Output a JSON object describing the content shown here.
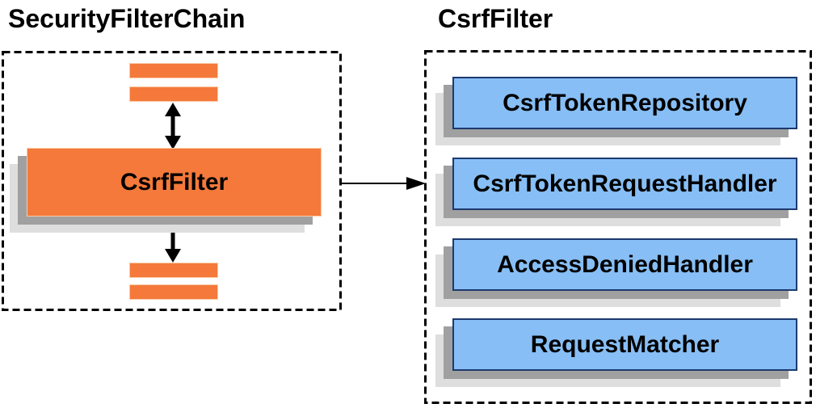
{
  "diagram": {
    "left_panel": {
      "title": "SecurityFilterChain",
      "filter_box_label": "CsrfFilter"
    },
    "right_panel": {
      "title": "CsrfFilter",
      "components": [
        {
          "label": "CsrfTokenRepository"
        },
        {
          "label": "CsrfTokenRequestHandler"
        },
        {
          "label": "AccessDeniedHandler"
        },
        {
          "label": "RequestMatcher"
        }
      ]
    }
  },
  "icons": {
    "bidirectional_arrow": "↕",
    "flow_arrow": "→"
  },
  "colors": {
    "orange": "#F4793B",
    "orange-border": "#FACBA6",
    "blue": "#87BEF5",
    "blue-border": "#1C3A6E",
    "shadow-dark": "#A0A0A0",
    "shadow-light": "#DEDEDE",
    "outline": "#000000",
    "text": "#000000"
  }
}
